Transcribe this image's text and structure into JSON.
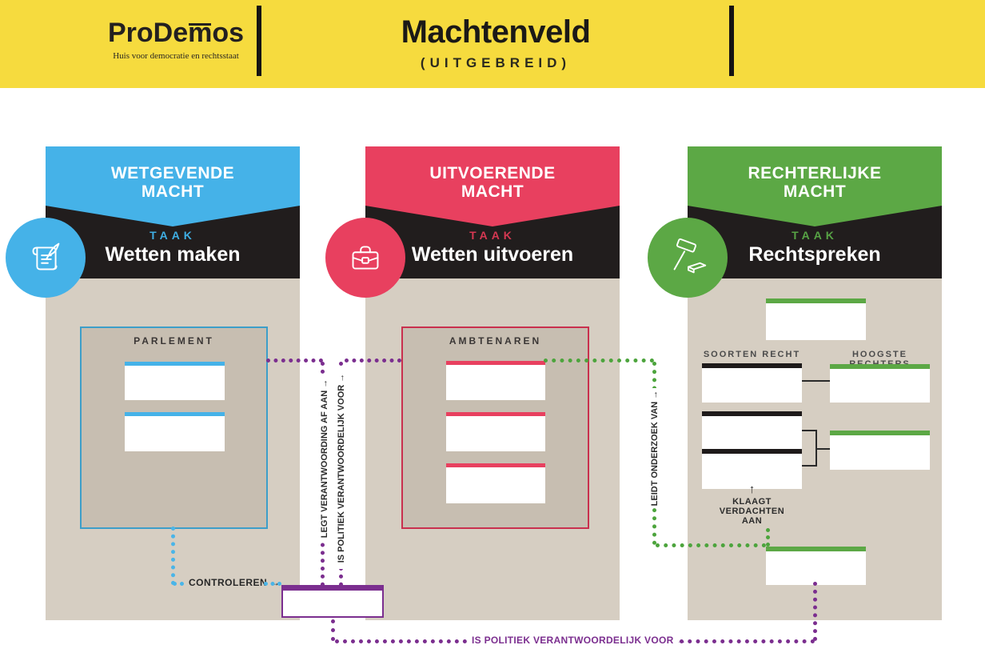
{
  "banner": {
    "logo_name_pre": "ProDe",
    "logo_name_m": "m",
    "logo_name_post": "os",
    "logo_tagline": "Huis voor democratie en rechtsstaat",
    "title": "Machtenveld",
    "subtitle": "(UITGEBREID)"
  },
  "colors": {
    "banner_yellow": "#F6DB3E",
    "legislative_blue": "#45B2E8",
    "executive_red": "#E8405F",
    "judicial_green": "#5CA845",
    "connection_purple": "#7B2E8F",
    "band_black": "#211D1D",
    "column_beige": "#D6CEC2",
    "group_beige": "#C7BEB1"
  },
  "columns": [
    {
      "title_lines": [
        "WETGEVENDE",
        "MACHT"
      ],
      "taak_label": "TAAK",
      "taak_value": "Wetten maken",
      "icon": "scroll-quill-icon",
      "group_label": "PARLEMENT",
      "slot_count": 2
    },
    {
      "title_lines": [
        "UITVOERENDE",
        "MACHT"
      ],
      "taak_label": "TAAK",
      "taak_value": "Wetten uitvoeren",
      "icon": "briefcase-icon",
      "group_label": "AMBTENAREN",
      "slot_count": 3
    },
    {
      "title_lines": [
        "RECHTERLIJKE",
        "MACHT"
      ],
      "taak_label": "TAAK",
      "taak_value": "Rechtspreken",
      "icon": "gavel-icon",
      "soorten_label": "SOORTEN RECHT",
      "hoogste_label": "HOOGSTE RECHTERS",
      "klaagt_arrow": "↑",
      "klaagt_lines": [
        "KLAAGT",
        "VERDACHTEN",
        "AAN"
      ]
    }
  ],
  "connections": {
    "legt_verantwoording": "LEGT VERANTWOORDING AF AAN →",
    "politiek_verantwoordelijk_vertical": "IS POLITIEK VERANTWOORDELIJK VOOR →",
    "leidt_onderzoek": "LEIDT ONDERZOEK VAN →",
    "controleren": "CONTROLEREN →",
    "politiek_verantwoordelijk_bottom": "IS POLITIEK VERANTWOORDELIJK VOOR →"
  }
}
